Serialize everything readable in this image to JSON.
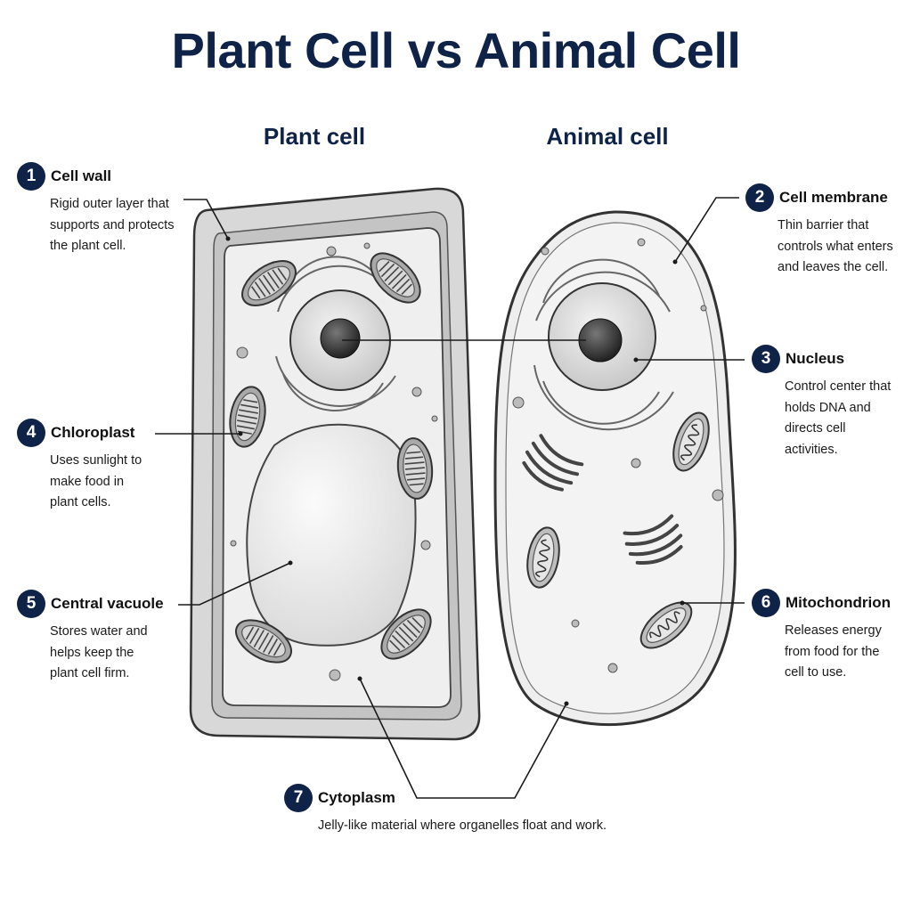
{
  "title": "Plant Cell vs Animal Cell",
  "columns": {
    "plant": "Plant cell",
    "animal": "Animal cell"
  },
  "callouts": [
    {
      "num": "1",
      "label": "Cell wall",
      "desc": "Rigid outer layer that\nsupports and protects\nthe plant cell."
    },
    {
      "num": "2",
      "label": "Cell membrane",
      "desc": "Thin barrier that\ncontrols what enters\nand leaves the cell."
    },
    {
      "num": "3",
      "label": "Nucleus",
      "desc": "Control center that\nholds DNA and\ndirects cell\nactivities."
    },
    {
      "num": "4",
      "label": "Chloroplast",
      "desc": "Uses sunlight to\nmake food in\nplant cells."
    },
    {
      "num": "5",
      "label": "Central vacuole",
      "desc": "Stores water and\nhelps keep the\nplant cell firm."
    },
    {
      "num": "6",
      "label": "Mitochondrion",
      "desc": "Releases energy\nfrom food for the\ncell to use."
    },
    {
      "num": "7",
      "label": "Cytoplasm",
      "desc": "Jelly-like material where organelles float and work."
    }
  ],
  "colors": {
    "accent": "#0f2247",
    "ink": "#333333",
    "cell_fill": "#eeeeee"
  }
}
